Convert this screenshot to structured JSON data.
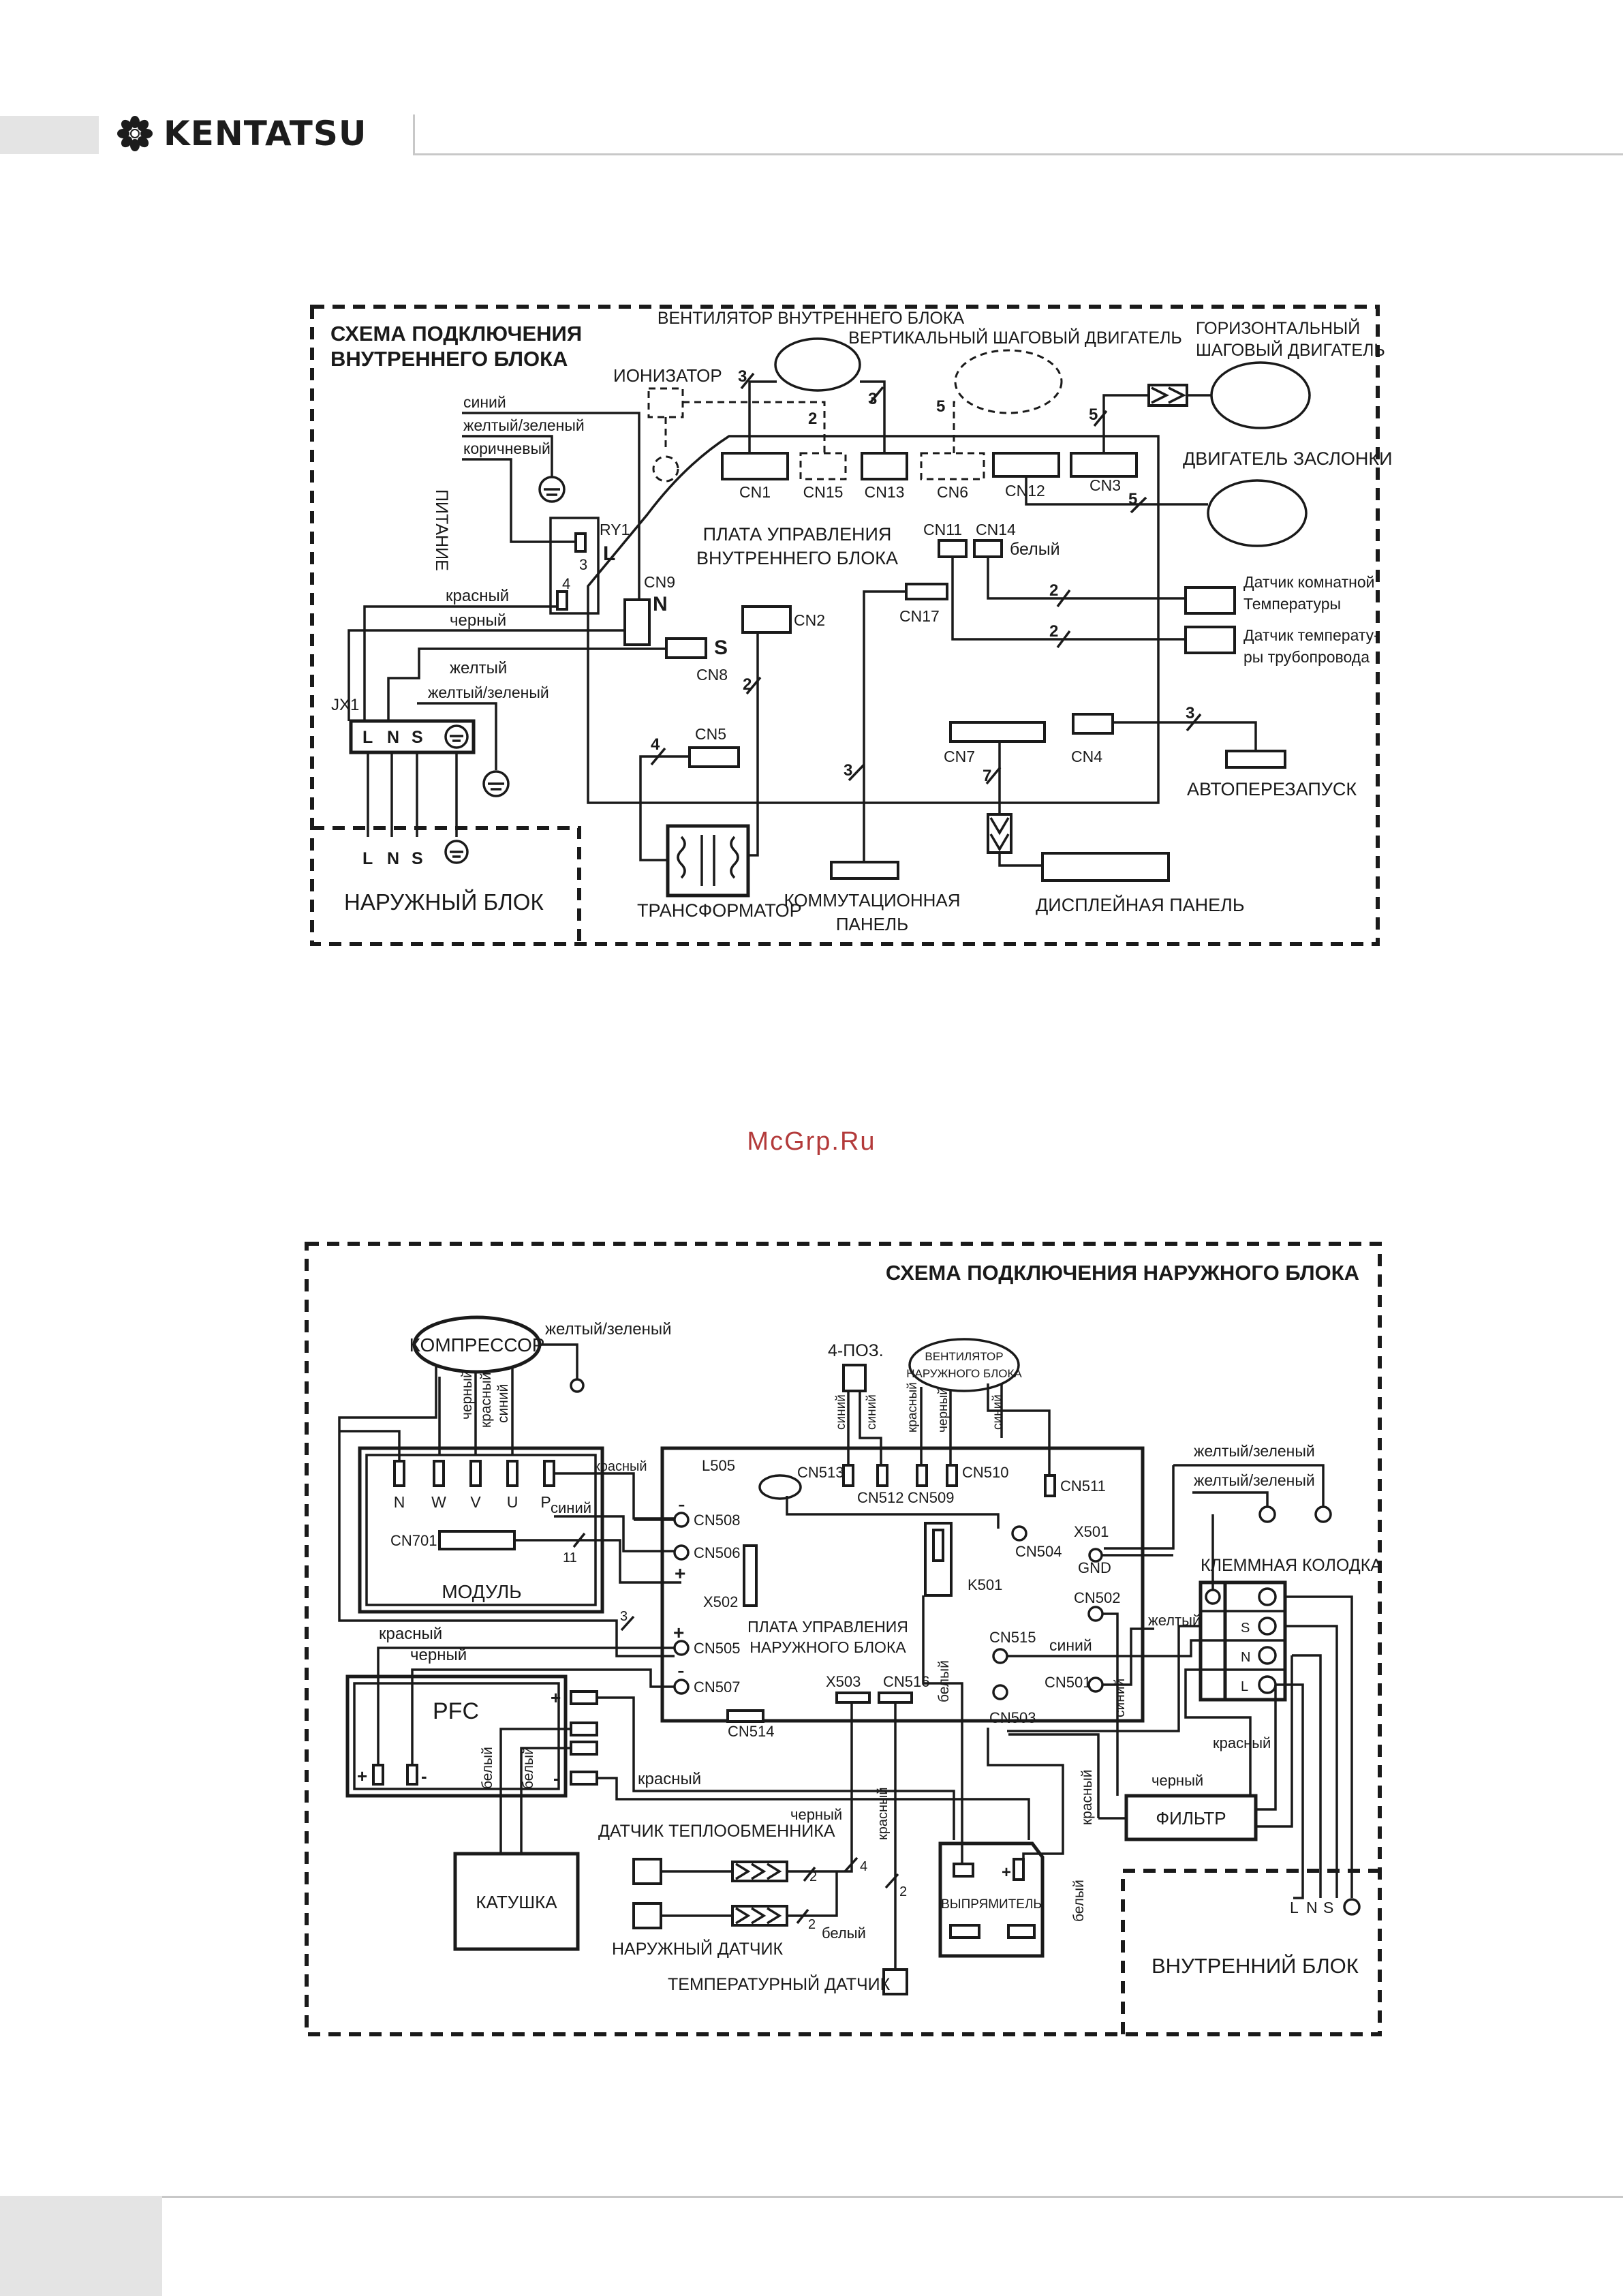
{
  "brand": {
    "name": "KENTATSU"
  },
  "watermark": "McGrp.Ru",
  "indoor": {
    "title_line1": "СХЕМА ПОДКЛЮЧЕНИЯ",
    "title_line2": "ВНУТРЕННЕГО БЛОКА",
    "fan": "ВЕНТИЛЯТОР ВНУТРЕННЕГО БЛОКА",
    "vert_motor": "ВЕРТИКАЛЬНЫЙ ШАГОВЫЙ ДВИГАТЕЛЬ",
    "horiz_motor_1": "ГОРИЗОНТАЛЬНЫЙ",
    "horiz_motor_2": "ШАГОВЫЙ ДВИГАТЕЛЬ",
    "ionizer": "ИОНИЗАТОР",
    "damper_motor": "ДВИГАТЕЛЬ ЗАСЛОНКИ",
    "power": "ПИТАНИЕ",
    "wire_blue": "синий",
    "wire_yg": "желтый/зеленый",
    "wire_brown": "коричневый",
    "wire_red": "красный",
    "wire_black": "черный",
    "wire_yellow": "желтый",
    "wire_yg2": "желтый/зеленый",
    "wire_white": "белый",
    "board_1": "ПЛАТА УПРАВЛЕНИЯ",
    "board_2": "ВНУТРЕННЕГО БЛОКА",
    "room_sensor_1": "Датчик комнатной",
    "room_sensor_2": "Температуры",
    "pipe_sensor_1": "Датчик температу-",
    "pipe_sensor_2": "ры трубопровода",
    "autorestart": "АВТОПЕРЕЗАПУСК",
    "transformer": "ТРАНСФОРМАТОР",
    "switch_panel_1": "КОММУТАЦИОННАЯ",
    "switch_panel_2": "ПАНЕЛЬ",
    "display_panel": "ДИСПЛЕЙНАЯ ПАНЕЛЬ",
    "outdoor_unit": "НАРУЖНЫЙ БЛОК",
    "terminal": "JX1",
    "relay": "RY1",
    "pin_L": "L",
    "pin_N": "N",
    "pin_S": "S",
    "pin_3": "3",
    "pin_4": "4",
    "connectors": {
      "cn1": "CN1",
      "cn15": "CN15",
      "cn13": "CN13",
      "cn6": "CN6",
      "cn12": "CN12",
      "cn3": "CN3",
      "cn11": "CN11",
      "cn14": "CN14",
      "cn9": "CN9",
      "cn2": "CN2",
      "cn17": "CN17",
      "cn8": "CN8",
      "cn5": "CN5",
      "cn7": "CN7",
      "cn4": "CN4"
    },
    "counts": {
      "c3": "3",
      "c2": "2",
      "c5": "5",
      "c4": "4",
      "c7": "7"
    }
  },
  "outdoor": {
    "title": "СХЕМА ПОДКЛЮЧЕНИЯ НАРУЖНОГО БЛОКА",
    "compressor": "КОМПРЕССОР",
    "wire_yg": "желтый/зеленый",
    "wire_yg_a": "желтый/зеленый",
    "wire_yg_b": "желтый/зеленый",
    "wire_black": "черный",
    "wire_red": "красный",
    "wire_blue": "синий",
    "wire_white": "белый",
    "wire_yellow": "желтый",
    "four_way": "4-ПОЗ.",
    "fan_1": "ВЕНТИЛЯТОР",
    "fan_2": "НАРУЖНОГО БЛОКА",
    "module": "МОДУЛЬ",
    "module_pins": {
      "n": "N",
      "w": "W",
      "v": "V",
      "u": "U",
      "p": "P"
    },
    "cn701": "CN701",
    "c11": "11",
    "c3": "3",
    "c4": "4",
    "c2": "2",
    "board_1": "ПЛАТА УПРАВЛЕНИЯ",
    "board_2": "НАРУЖНОГО БЛОКА",
    "terminal_block": "КЛЕММНАЯ КОЛОДКА",
    "pfc": "PFC",
    "coil": "КАТУШКА",
    "heat_exchanger_sensor": "ДАТЧИК ТЕПЛООБМЕННИКА",
    "outdoor_sensor": "НАРУЖНЫЙ ДАТЧИК",
    "temp_sensor": "ТЕМПЕРАТУРНЫЙ ДАТЧИК",
    "rectifier": "ВЫПРЯМИТЕЛЬ",
    "filter": "ФИЛЬТР",
    "indoor_unit": "ВНУТРЕННИЙ БЛОК",
    "gnd": "GND",
    "lns": {
      "l": "L",
      "n": "N",
      "s": "S"
    },
    "plus": "+",
    "minus": "-",
    "connectors": {
      "l505": "L505",
      "cn513": "CN513",
      "cn512": "CN512",
      "cn509": "CN509",
      "cn510": "CN510",
      "cn511": "CN511",
      "cn508": "CN508",
      "cn506": "CN506",
      "x502": "X502",
      "cn504": "CN504",
      "x501": "X501",
      "k501": "K501",
      "cn502": "CN502",
      "cn515": "CN515",
      "cn505": "CN505",
      "cn507": "CN507",
      "cn501": "CN501",
      "cn503": "CN503",
      "cn514": "CN514",
      "x503": "X503",
      "cn516": "CN516"
    }
  }
}
